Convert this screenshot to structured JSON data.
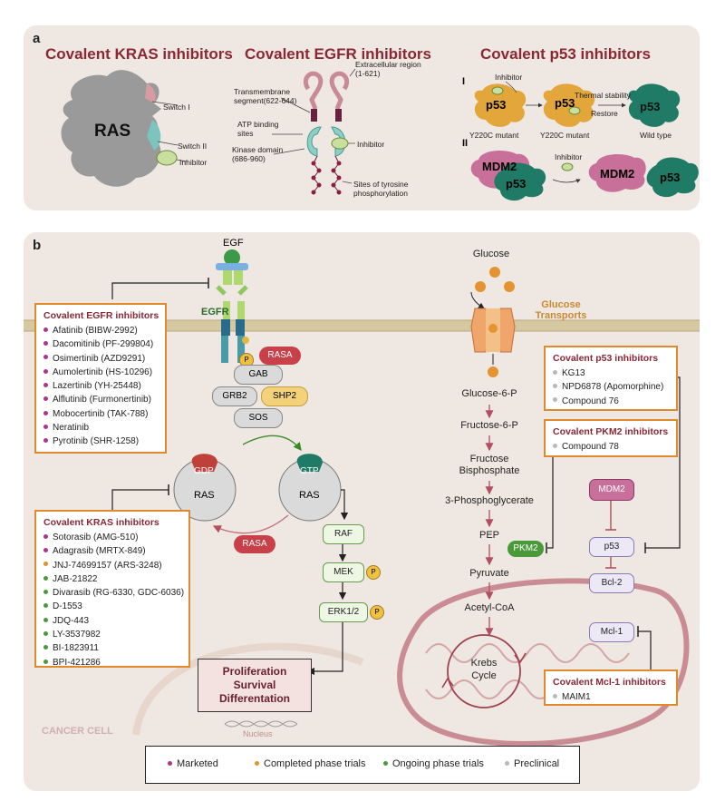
{
  "panel_a": {
    "label": "a",
    "kras": {
      "title": "Covalent KRAS inhibitors",
      "ras": "RAS",
      "switch1": "Switch I",
      "switch2": "Switch II",
      "inhibitor": "Inhibitor"
    },
    "egfr": {
      "title": "Covalent EGFR inhibitors",
      "extracellular": "Extracellular region (1-621)",
      "transmembrane": "Transmembrane segment(622-644)",
      "atp": "ATP binding sites",
      "kinase": "Kinase domain (686-960)",
      "inhibitor": "Inhibitor",
      "tyrosine": "Sites of tyrosine phosphorylation"
    },
    "p53": {
      "title": "Covalent p53 inhibitors",
      "row1": "I",
      "row2": "II",
      "p53": "p53",
      "mdm2": "MDM2",
      "inhibitor": "Inhibitor",
      "mutant1": "Y220C mutant",
      "mutant2": "Y220C mutant",
      "wildtype": "Wild type",
      "thermal": "Thermal stability",
      "restore": "Restore",
      "inhibitor2": "Inhibitor"
    }
  },
  "panel_b": {
    "label": "b",
    "egf": "EGF",
    "egfr": "EGFR",
    "glucose_transports": "Glucose Transports",
    "cancer_cell": "CANCER CELL",
    "nucleus": "Nucleus",
    "pathway": {
      "rasa": "RASA",
      "p": "P",
      "gab": "GAB",
      "grb2": "GRB2",
      "shp2": "SHP2",
      "sos": "SOS",
      "gdp": "GDP",
      "gtp": "GTP",
      "ras": "RAS",
      "rasa2": "RASA",
      "raf": "RAF",
      "mek": "MEK",
      "erk": "ERK1/2",
      "outcome": "Proliferation Survival Differentation"
    },
    "glycolysis": [
      "Glucose",
      "Glucose-6-P",
      "Fructose-6-P",
      "Fructose Bisphosphate",
      "3-Phosphoglycerate",
      "PEP",
      "Pyruvate",
      "Acetyl-CoA"
    ],
    "pkm2": "PKM2",
    "krebs": "Krebs Cycle",
    "apoptosis": {
      "mdm2": "MDM2",
      "p53": "p53",
      "bcl2": "Bcl-2",
      "mcl1": "Mcl-1"
    },
    "boxes": {
      "egfr": {
        "title": "Covalent EGFR inhibitors",
        "items": [
          {
            "text": "Afatinib (BIBW-2992)",
            "status": "marketed"
          },
          {
            "text": "Dacomitinib (PF-299804)",
            "status": "marketed"
          },
          {
            "text": "Osimertinib (AZD9291)",
            "status": "marketed"
          },
          {
            "text": "Aumolertinib (HS-10296)",
            "status": "marketed"
          },
          {
            "text": "Lazertinib (YH-25448)",
            "status": "marketed"
          },
          {
            "text": "Alflutinib (Furmonertinib)",
            "status": "marketed"
          },
          {
            "text": "Mobocertinib (TAK-788)",
            "status": "marketed"
          },
          {
            "text": "Neratinib",
            "status": "marketed"
          },
          {
            "text": "Pyrotinib (SHR-1258)",
            "status": "marketed"
          }
        ]
      },
      "kras": {
        "title": "Covalent KRAS inhibitors",
        "items": [
          {
            "text": "Sotorasib (AMG-510)",
            "status": "marketed"
          },
          {
            "text": "Adagrasib (MRTX-849)",
            "status": "marketed"
          },
          {
            "text": "JNJ-74699157 (ARS-3248)",
            "status": "completed"
          },
          {
            "text": "JAB-21822",
            "status": "ongoing"
          },
          {
            "text": "Divarasib (RG-6330, GDC-6036)",
            "status": "ongoing"
          },
          {
            "text": "D-1553",
            "status": "ongoing"
          },
          {
            "text": "JDQ-443",
            "status": "ongoing"
          },
          {
            "text": "LY-3537982",
            "status": "ongoing"
          },
          {
            "text": "BI-1823911",
            "status": "ongoing"
          },
          {
            "text": "BPI-421286",
            "status": "ongoing"
          }
        ]
      },
      "p53": {
        "title": "Covalent p53 inhibitors",
        "items": [
          {
            "text": "KG13",
            "status": "preclinical"
          },
          {
            "text": "NPD6878 (Apomorphine)",
            "status": "preclinical"
          },
          {
            "text": "Compound  76",
            "status": "preclinical"
          }
        ]
      },
      "pkm2": {
        "title": "Covalent PKM2 inhibitors",
        "items": [
          {
            "text": "Compound 78",
            "status": "preclinical"
          }
        ]
      },
      "mcl1": {
        "title": "Covalent Mcl-1 inhibitors",
        "items": [
          {
            "text": "MAIM1",
            "status": "preclinical"
          }
        ]
      }
    }
  },
  "legend": [
    {
      "label": "Marketed",
      "color": "#b0358a"
    },
    {
      "label": "Completed phase trials",
      "color": "#e0922e"
    },
    {
      "label": "Ongoing phase trials",
      "color": "#4a9a3a"
    },
    {
      "label": "Preclinical",
      "color": "#b8b8b8"
    }
  ],
  "colors": {
    "marketed": "#b0358a",
    "completed": "#e0922e",
    "ongoing": "#4a9a3a",
    "preclinical": "#b8b8b8",
    "title_red": "#8a2836",
    "box_border": "#e08a2e"
  }
}
